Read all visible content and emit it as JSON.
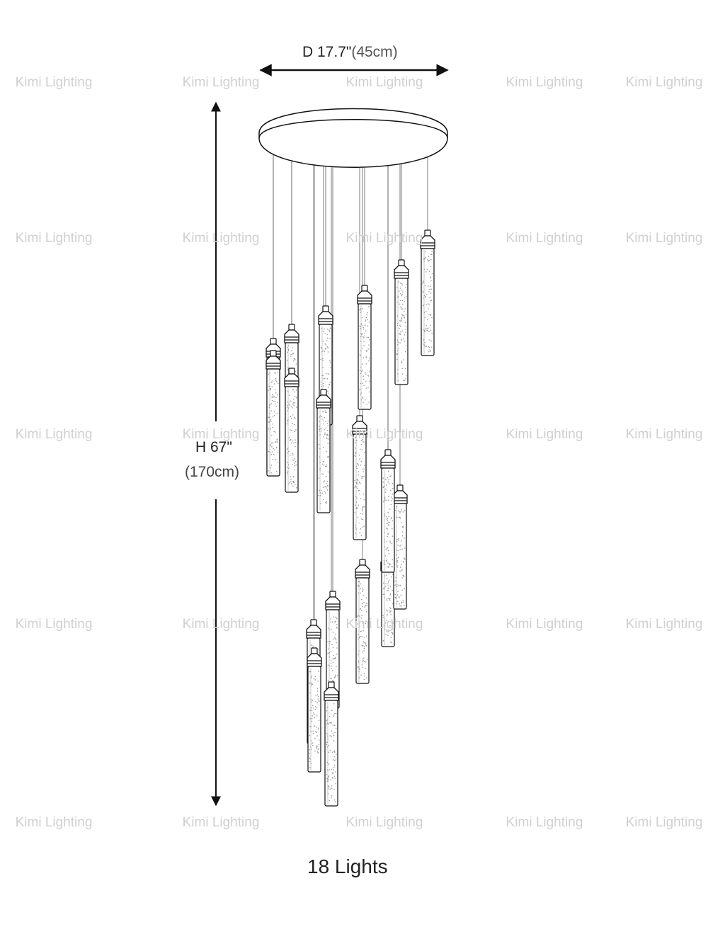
{
  "watermark": "Kimi Lighting",
  "dimensions": {
    "diameter_in": "D 17.7\"",
    "diameter_cm": "(45cm)",
    "height_in": "H 67\"",
    "height_cm": "(170cm)"
  },
  "caption": "18 Lights",
  "colors": {
    "line": "#111111",
    "cord": "#9a9a9a",
    "watermark": "#d0d0d0"
  }
}
